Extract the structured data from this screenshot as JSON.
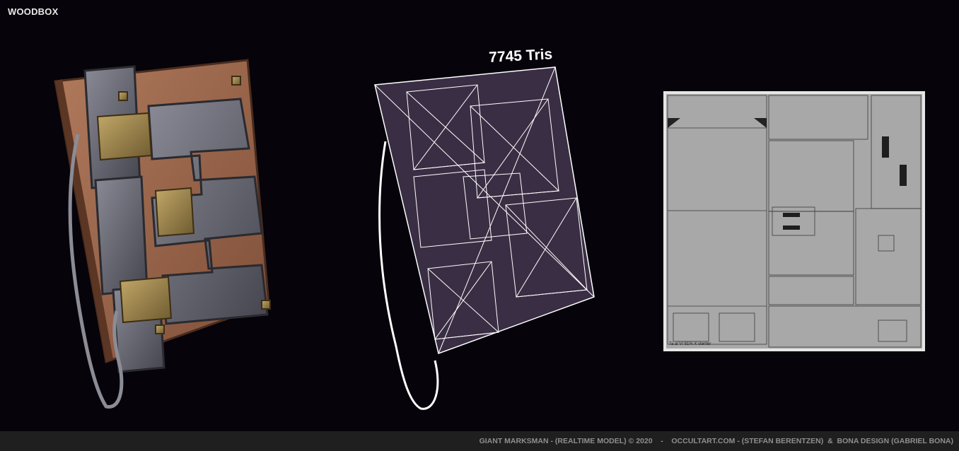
{
  "title": "WOODBOX",
  "wireframe_label": "7745 Tris",
  "uv_status": "Ta al  V/ 81%   X   stenter",
  "footer": "GIANT MARKSMAN - (REALTIME MODEL) © 2020    -    OCCULTART.COM - (STEFAN BERENTZEN)  &  BONA DESIGN (GABRIEL BONA)",
  "colors": {
    "background": "#06030a",
    "footer_bar": "#1f1f1f",
    "wood": "#a06a4e",
    "iron": "#6c6c78",
    "brass": "#a08a52",
    "wire_fill": "#3a2e44",
    "uv_fill": "#a8a8a8"
  }
}
